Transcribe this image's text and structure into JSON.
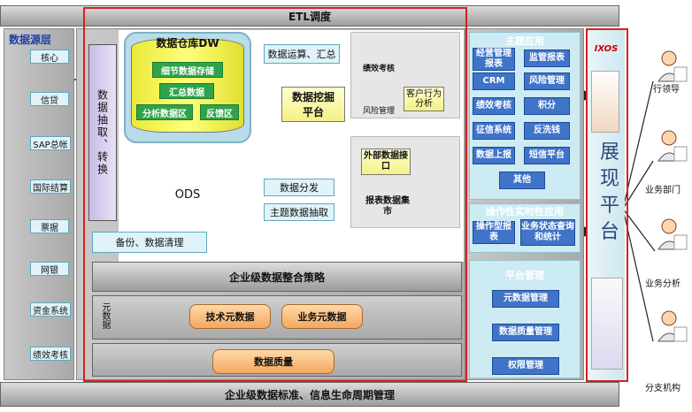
{
  "etl_title": "ETL调度",
  "data_source_title": "数据源层",
  "sources": [
    "核心",
    "信贷",
    "SAP总帐",
    "国际结算",
    "票据",
    "网银",
    "资金系统",
    "绩效考核"
  ],
  "extract_label": "数据抽取、转换",
  "dw": {
    "title": "数据仓库DW",
    "detail": "细节数据存储",
    "summary": "汇总数据",
    "analysis": "分析数据区",
    "feedback": "反馈区"
  },
  "calc_label": "数据运算、汇总",
  "mining_label": "数据挖掘平台",
  "kpi_label": "绩效考核",
  "risk_label": "风险管理",
  "customer_label": "客户行为分析",
  "ods_label": "ODS",
  "dist_label": "数据分发",
  "topic_extract_label": "主题数据抽取",
  "ext_interface_label": "外部数据接口",
  "report_mart_label": "报表数据集市",
  "backup_label": "备份、数据清理",
  "integration_label": "企业级数据整合策略",
  "metadata_label": "元数据",
  "tech_meta_label": "技术元数据",
  "biz_meta_label": "业务元数据",
  "quality_label": "数据质量",
  "bottom_label": "企业级数据标准、信息生命周期管理",
  "topic_apps": {
    "title": "主题应用",
    "items": [
      "经营管理报表",
      "监管报表",
      "CRM",
      "风险管理",
      "绩效考核",
      "积分",
      "征信系统",
      "反洗钱",
      "数据上报",
      "短信平台",
      "其他"
    ]
  },
  "ops_apps": {
    "title": "操作性实时性应用",
    "items": [
      "操作型报表",
      "业务状态查询和统计"
    ]
  },
  "platform_mgmt": {
    "title": "平台管理",
    "items": [
      "元数据管理",
      "数据质量管理",
      "权限管理"
    ]
  },
  "display_label": "展现平台",
  "brand_text": "IXOS",
  "users": [
    "行领导",
    "业务部门",
    "业务分析",
    "分支机构"
  ],
  "colors": {
    "red_outline": "#d62020",
    "blue_button": "#3f74c8",
    "green_button": "#2fa34a"
  }
}
